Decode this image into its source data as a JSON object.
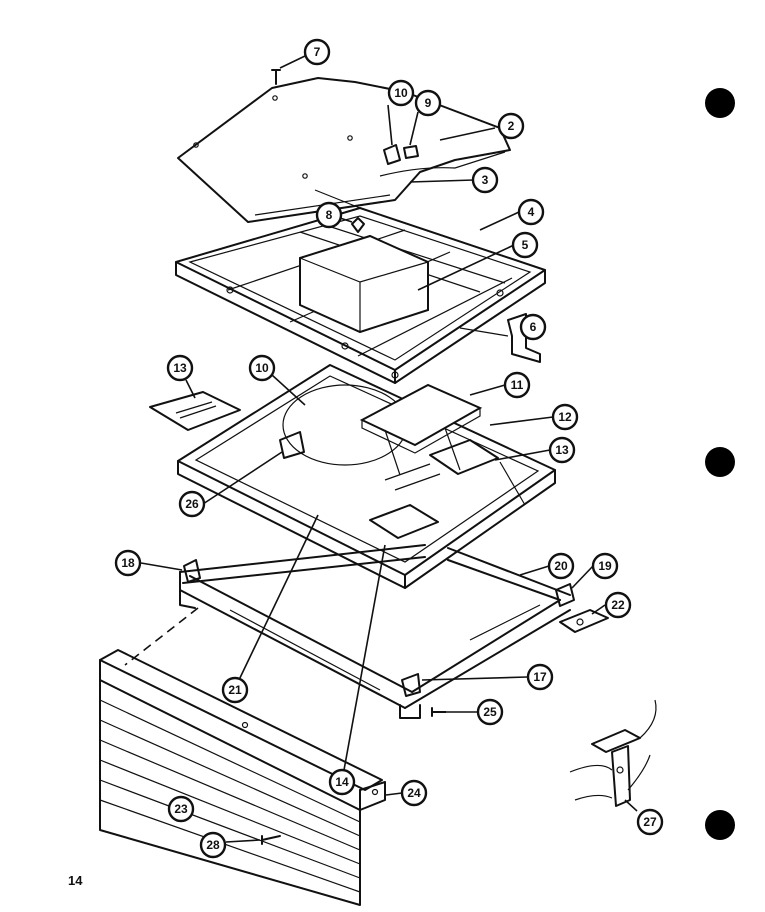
{
  "page": {
    "number": "14"
  },
  "callouts": [
    {
      "id": "c7",
      "label": "7"
    },
    {
      "id": "c10a",
      "label": "10"
    },
    {
      "id": "c9",
      "label": "9"
    },
    {
      "id": "c2",
      "label": "2"
    },
    {
      "id": "c3",
      "label": "3"
    },
    {
      "id": "c8",
      "label": "8"
    },
    {
      "id": "c4",
      "label": "4"
    },
    {
      "id": "c5",
      "label": "5"
    },
    {
      "id": "c6",
      "label": "6"
    },
    {
      "id": "c13a",
      "label": "13"
    },
    {
      "id": "c10b",
      "label": "10"
    },
    {
      "id": "c11",
      "label": "11"
    },
    {
      "id": "c12",
      "label": "12"
    },
    {
      "id": "c13b",
      "label": "13"
    },
    {
      "id": "c26",
      "label": "26"
    },
    {
      "id": "c18",
      "label": "18"
    },
    {
      "id": "c20",
      "label": "20"
    },
    {
      "id": "c19",
      "label": "19"
    },
    {
      "id": "c22",
      "label": "22"
    },
    {
      "id": "c21",
      "label": "21"
    },
    {
      "id": "c14",
      "label": "14"
    },
    {
      "id": "c17",
      "label": "17"
    },
    {
      "id": "c25",
      "label": "25"
    },
    {
      "id": "c23",
      "label": "23"
    },
    {
      "id": "c24",
      "label": "24"
    },
    {
      "id": "c28",
      "label": "28"
    },
    {
      "id": "c27",
      "label": "27"
    }
  ]
}
